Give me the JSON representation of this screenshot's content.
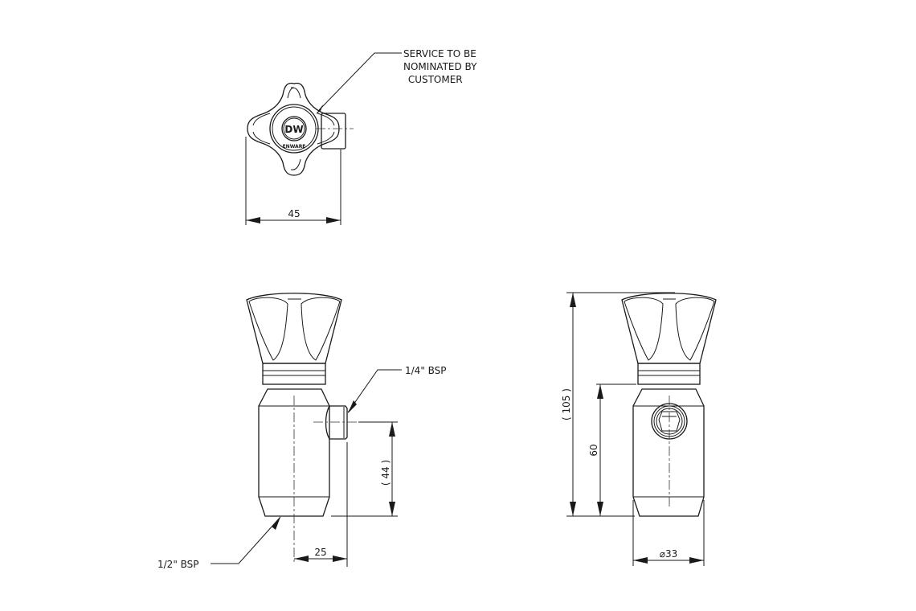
{
  "drawing": {
    "top_view": {
      "callout": [
        "SERVICE TO BE",
        "NOMINATED BY",
        " CUSTOMER"
      ],
      "logo_text": "DW",
      "brand_text": "ENWARE",
      "width_dim": "45"
    },
    "side_view": {
      "port_callout": "1/4\" BSP",
      "inlet_callout": "1/2\" BSP",
      "height_dim": "( 44 )",
      "offset_dim": "25"
    },
    "front_view": {
      "overall_height_dim": "( 105 )",
      "body_height_dim": "60",
      "diameter_dim": "⌀33"
    },
    "colors": {
      "line": "#1a1a1a",
      "background": "#ffffff"
    }
  }
}
